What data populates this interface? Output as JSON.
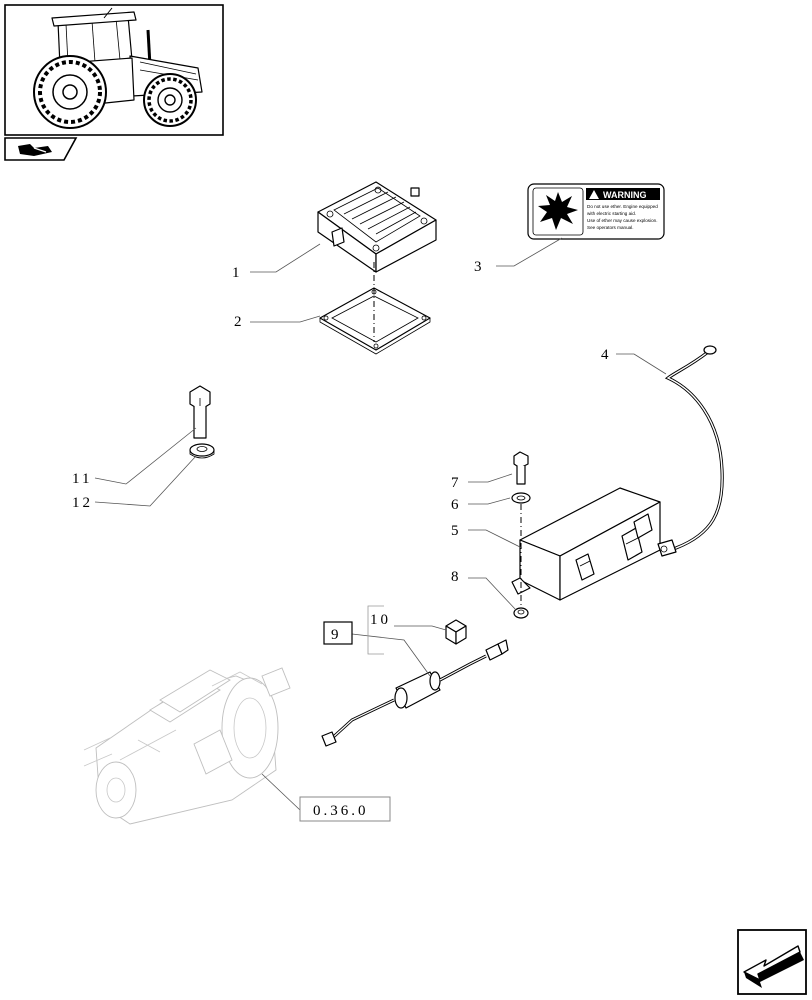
{
  "callouts": {
    "c1": "1",
    "c2": "2",
    "c3": "3",
    "c4": "4",
    "c5": "5",
    "c6": "6",
    "c7": "7",
    "c8": "8",
    "c9": "9",
    "c10": "10",
    "c11": "11",
    "c12": "12"
  },
  "reference": "0.36.0",
  "decal": {
    "heading": "WARNING",
    "lines": [
      "Do not use ether. Engine equipped",
      "with electric starting aid.",
      "Use of ether may cause explosion.",
      "See operators manual."
    ]
  },
  "icons": {
    "thumbnail": "tractor-thumbnail-icon",
    "section": "section-tab-icon",
    "next": "next-page-arrow-icon"
  }
}
